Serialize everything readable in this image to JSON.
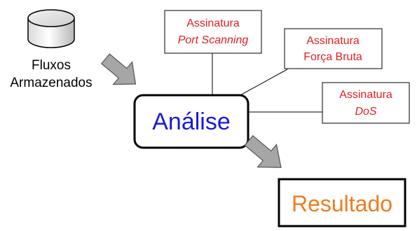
{
  "storage": {
    "label_line1": "Fluxos",
    "label_line2": "Armazenados"
  },
  "analysis": {
    "label": "Análise",
    "color": "#1a1adb"
  },
  "signatures": [
    {
      "title": "Assinatura",
      "subtitle": "Port Scanning",
      "subtitle_italic": true
    },
    {
      "title": "Assinatura",
      "subtitle": "Força Bruta",
      "subtitle_italic": false
    },
    {
      "title": "Assinatura",
      "subtitle": "DoS",
      "subtitle_italic": true
    }
  ],
  "signature_color": "#e02020",
  "result": {
    "label": "Resultado",
    "color": "#f07c1e"
  },
  "arrow_color": "#a6a6a6"
}
